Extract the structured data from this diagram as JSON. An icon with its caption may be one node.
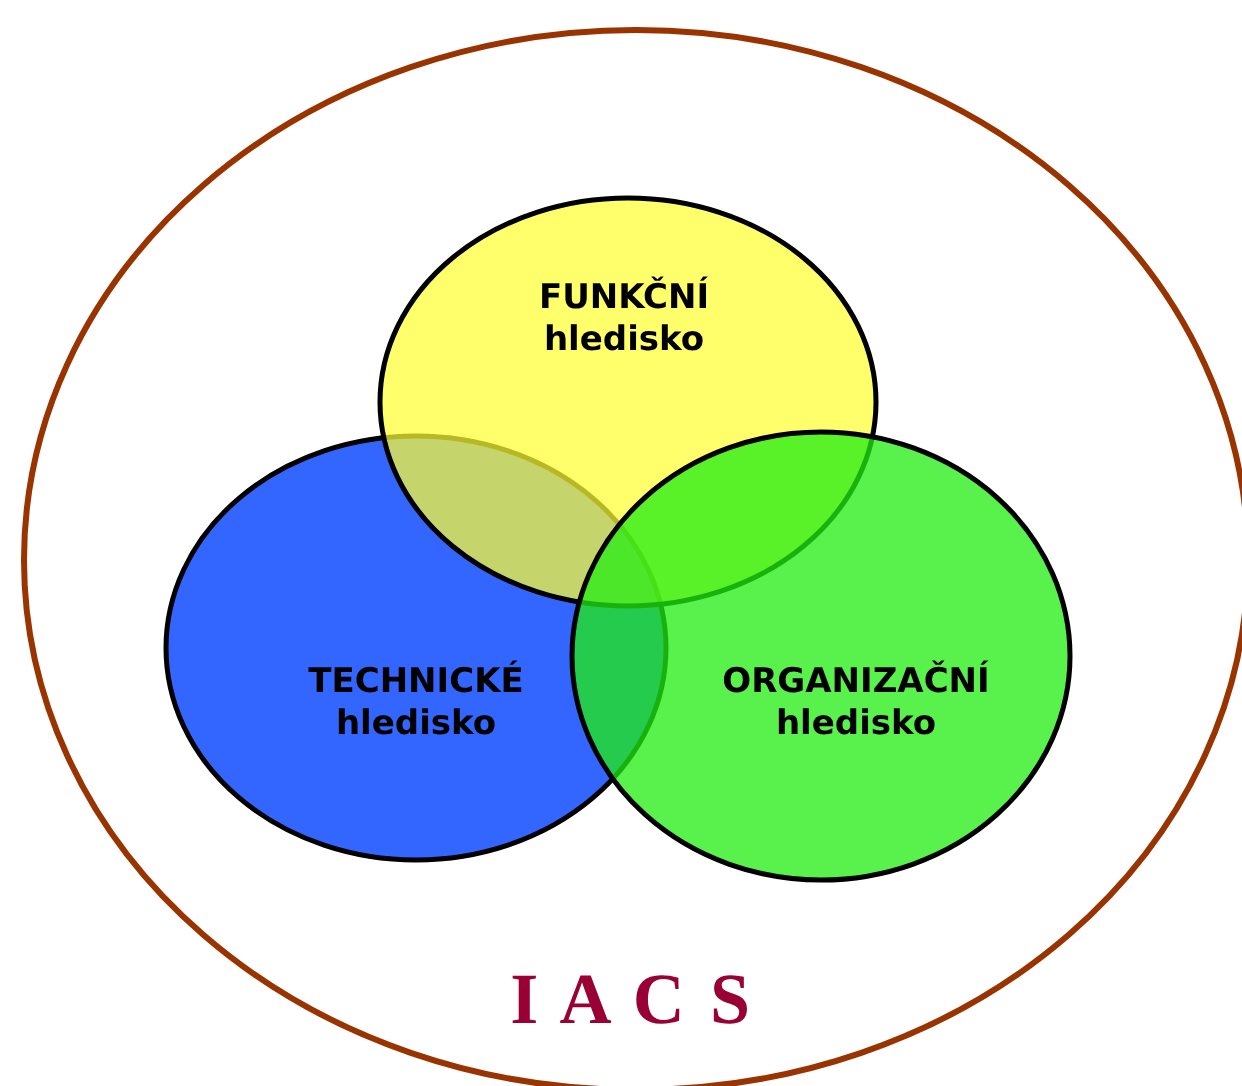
{
  "diagram": {
    "nodes": [
      {
        "text": [
          "I A C S"
        ]
      },
      {
        "text": [
          "FUNKČNÍ hledisko"
        ],
        "in": 0
      },
      {
        "text": [
          "TECHNICKÉ hledisko"
        ],
        "in": 0
      },
      {
        "text": [
          "ORGANIZAČNÍ hledisko"
        ],
        "in": 0
      }
    ]
  }
}
